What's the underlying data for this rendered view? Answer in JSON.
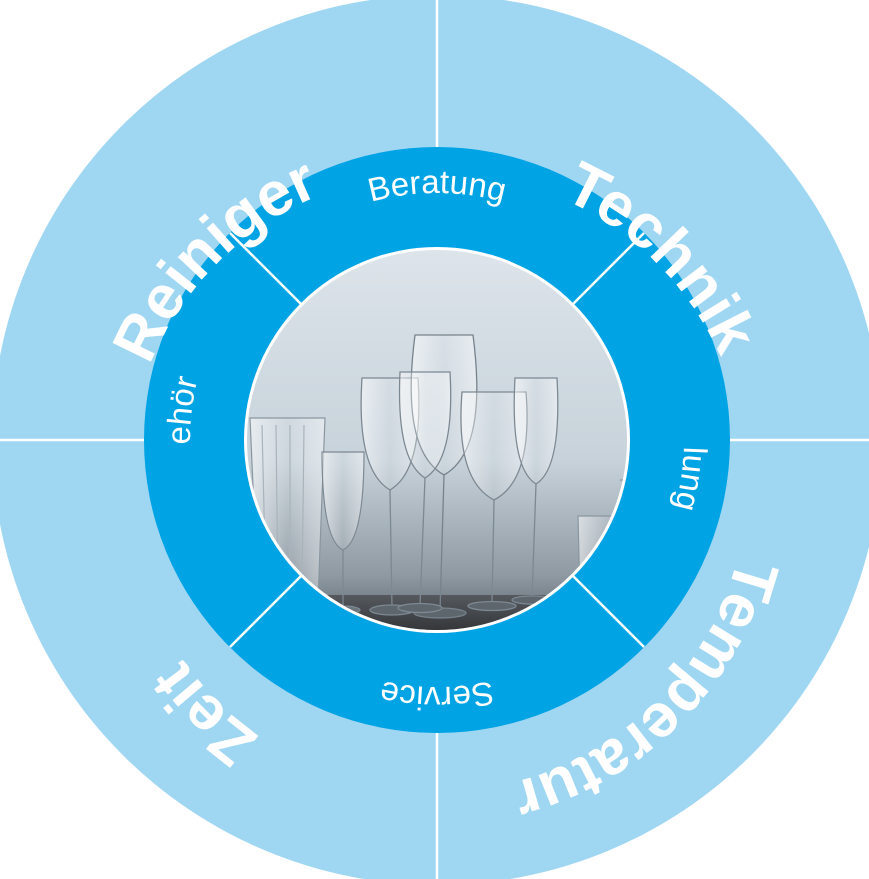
{
  "outer_ring": {
    "segments": [
      "Reiniger",
      "Technik",
      "Temperatur",
      "Zeit"
    ]
  },
  "inner_ring": {
    "segments": [
      "Beratung",
      "Schulung",
      "Service",
      "Zubehör"
    ]
  },
  "center_image": {
    "subject": "glassware photo"
  },
  "colors": {
    "outer_ring": "#9fd7f2",
    "inner_ring": "#00a3e4",
    "divider": "#ffffff",
    "label": "#ffffff",
    "photo_sky": "#cfd8df",
    "photo_table": "#2b2b2d"
  }
}
